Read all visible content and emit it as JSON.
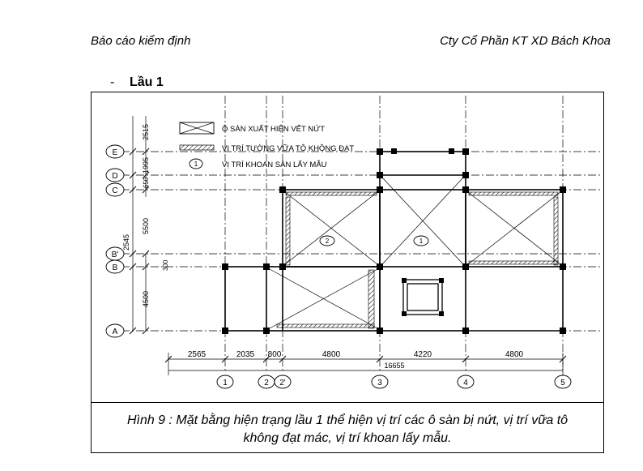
{
  "header": {
    "left": "Báo cáo kiểm định",
    "right": "Cty Cổ Phần KT XD Bách Khoa"
  },
  "section": {
    "bullet": "-",
    "title": "Lầu 1"
  },
  "legend": {
    "crack": "Ô SÀN XUẤT HIỆN VẾT NỨT",
    "wall": "VỊ TRÍ TƯỜNG VỮA TÔ KHÔNG ĐẠT",
    "core_symbol": "1",
    "core": "VỊ TRÍ KHOAN SÀN LẤY MẪU"
  },
  "grid": {
    "rows": [
      "E",
      "D",
      "C",
      "B'",
      "B",
      "A"
    ],
    "cols": [
      "1",
      "2",
      "2'",
      "3",
      "4",
      "5"
    ]
  },
  "dims": {
    "vertical": [
      "2515",
      "1995",
      "650",
      "5500",
      "2545",
      "300",
      "4500"
    ],
    "horizontal": [
      "2565",
      "2035",
      "800",
      "4800",
      "4220",
      "4800"
    ],
    "total": "16655"
  },
  "markers": [
    "2",
    "1"
  ],
  "caption": {
    "line1": "Hình 9 : Mặt bằng hiện trạng lầu 1 thể hiện vị trí các ô sàn bị nứt, vị trí vữa tô",
    "line2": "không đạt mác, vị trí khoan lấy mẫu."
  }
}
